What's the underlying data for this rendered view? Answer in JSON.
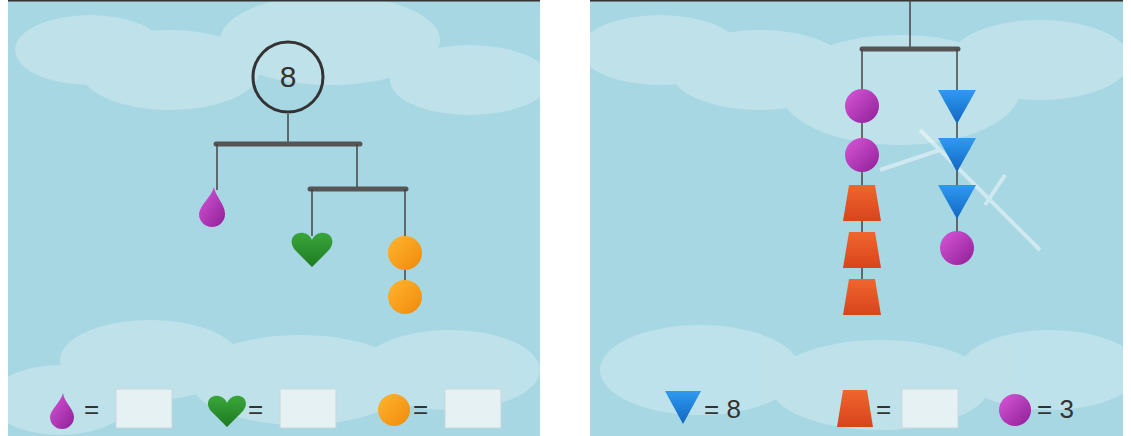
{
  "diagram": {
    "nodes": [
      {
        "text": [
          "8"
        ]
      }
    ],
    "labels": [
      "=",
      "=",
      "=",
      "= 8",
      "=",
      "= 3"
    ]
  }
}
